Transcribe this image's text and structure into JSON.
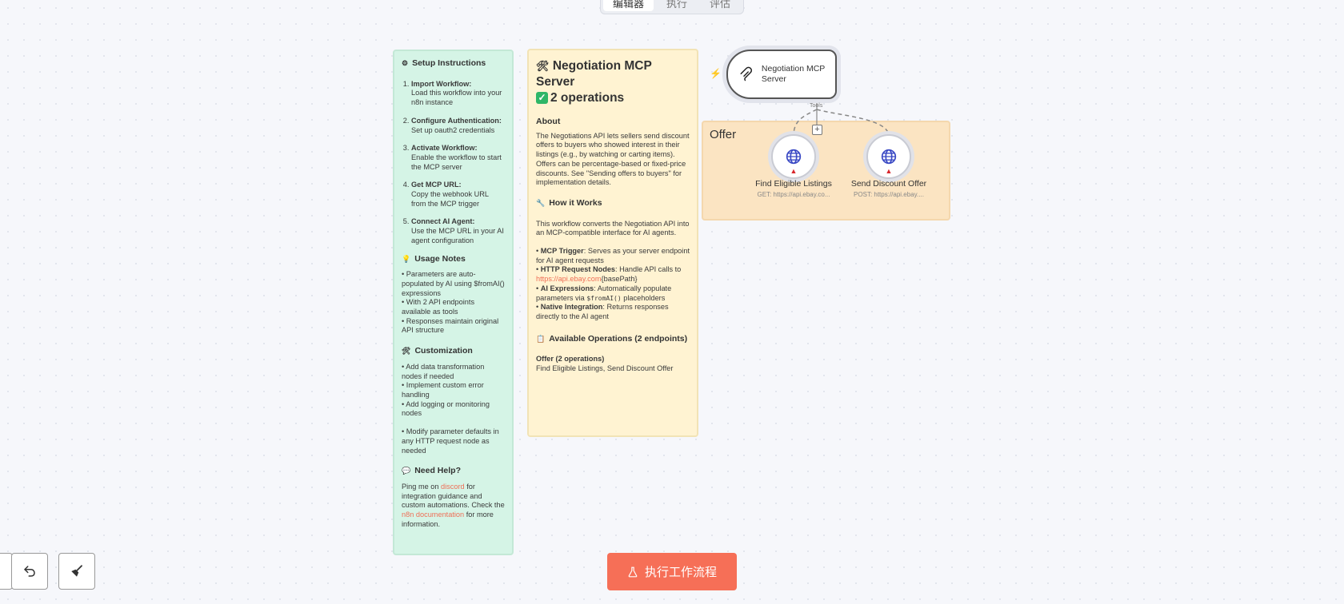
{
  "top_tabs": [
    "编辑器",
    "执行",
    "评估"
  ],
  "setup": {
    "title": "Setup Instructions",
    "steps": [
      {
        "title": "Import Workflow:",
        "text": "Load this workflow into your n8n instance"
      },
      {
        "title": "Configure Authentication:",
        "text": "Set up oauth2 credentials"
      },
      {
        "title": "Activate Workflow:",
        "text": "Enable the workflow to start the MCP server"
      },
      {
        "title": "Get MCP URL:",
        "text": "Copy the webhook URL from the MCP trigger"
      },
      {
        "title": "Connect AI Agent:",
        "text": "Use the MCP URL in your AI agent configuration"
      }
    ],
    "usage_title": "Usage Notes",
    "usage": [
      "• Parameters are auto-populated by AI using $fromAI() expressions",
      "• With 2 API endpoints available as tools",
      "• Responses maintain original API structure"
    ],
    "custom_title": "Customization",
    "custom": [
      "• Add data transformation nodes if needed",
      "• Implement custom error handling",
      "• Add logging or monitoring nodes",
      "• Modify parameter defaults in any HTTP request node as needed"
    ],
    "help_title": "Need Help?",
    "help_pre": "Ping me on ",
    "help_link1": "discord",
    "help_mid": " for integration guidance and custom automations. Check the ",
    "help_link2": "n8n documentation",
    "help_post": " for more information."
  },
  "server_note": {
    "title1": "Negotiation MCP Server",
    "title2": "2 operations",
    "about_title": "About",
    "about": "The Negotiations API lets sellers send discount offers to buyers who showed interest in their listings (e.g., by watching or carting items). Offers can be percentage-based or fixed-price discounts. See \"Sending offers to buyers\" for implementation details.",
    "how_title": "How it Works",
    "how_intro": "This workflow converts the Negotiation API into an MCP-compatible interface for AI agents.",
    "b1_label": "MCP Trigger",
    "b1_text": ": Serves as your server endpoint for AI agent requests",
    "b2_label": "HTTP Request Nodes",
    "b2_text": ": Handle API calls to ",
    "b2_link": "https://api.ebay.com",
    "b2_tail": "{basePath}",
    "b3_label": "AI Expressions",
    "b3_text": ": Automatically populate parameters via ",
    "b3_code": "$fromAI()",
    "b3_tail": " placeholders",
    "b4_label": "Native Integration",
    "b4_text": ": Returns responses directly to the AI agent",
    "ops_title": "Available Operations (2 endpoints)",
    "ops_group": "Offer (2 operations)",
    "ops_list": "Find Eligible Listings, Send Discount Offer"
  },
  "mcp_node": {
    "label": "Negotiation MCP Server",
    "tools_label": "Tools"
  },
  "group": {
    "title": "Offer"
  },
  "tools": [
    {
      "name": "Find Eligible Listings",
      "sub": "GET: https://api.ebay.co..."
    },
    {
      "name": "Send Discount Offer",
      "sub": "POST: https://api.ebay...."
    }
  ],
  "run_button": "执行工作流程",
  "colors": {
    "accent": "#f66f57",
    "green_note": "#d5f4e6",
    "yellow_note": "#fff3d2",
    "group": "#fbe4c2"
  }
}
